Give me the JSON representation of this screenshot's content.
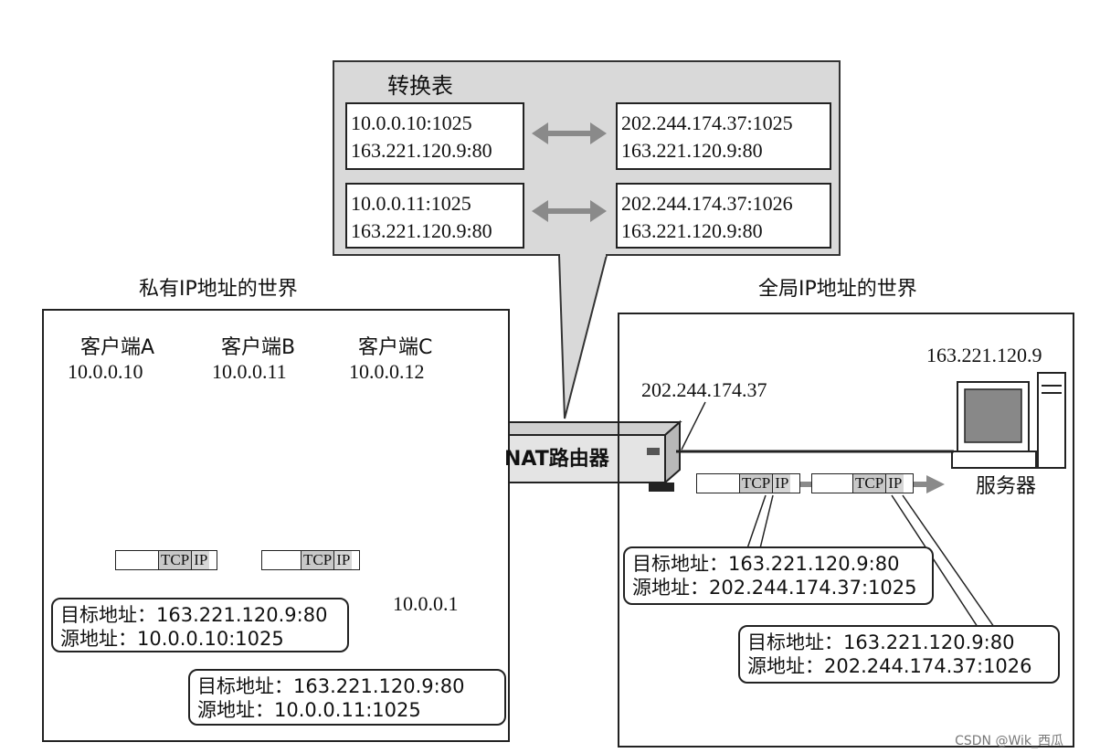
{
  "table": {
    "title": "转换表",
    "rows": [
      {
        "private_line1": "10.0.0.10:1025",
        "private_line2": "163.221.120.9:80",
        "global_line1": "202.244.174.37:1025",
        "global_line2": "163.221.120.9:80"
      },
      {
        "private_line1": "10.0.0.11:1025",
        "private_line2": "163.221.120.9:80",
        "global_line1": "202.244.174.37:1026",
        "global_line2": "163.221.120.9:80"
      }
    ]
  },
  "private_world": {
    "label": "私有IP地址的世界",
    "clients": [
      {
        "name": "客户端A",
        "ip": "10.0.0.10"
      },
      {
        "name": "客户端B",
        "ip": "10.0.0.11"
      },
      {
        "name": "客户端C",
        "ip": "10.0.0.12"
      }
    ],
    "router_ip": "10.0.0.1",
    "packet_tcp": "TCP",
    "packet_ip": "IP",
    "info_a": {
      "dst": "目标地址：163.221.120.9:80",
      "src": "源地址：10.0.0.10:1025"
    },
    "info_b": {
      "dst": "目标地址：163.221.120.9:80",
      "src": "源地址：10.0.0.11:1025"
    }
  },
  "router": {
    "label": "NAT路由器",
    "global_ip": "202.244.174.37"
  },
  "global_world": {
    "label": "全局IP地址的世界",
    "server_ip": "163.221.120.9",
    "server_label": "服务器",
    "packet_tcp": "TCP",
    "packet_ip": "IP",
    "info_1": {
      "dst": "目标地址：163.221.120.9:80",
      "src": "源地址：202.244.174.37:1025"
    },
    "info_2": {
      "dst": "目标地址：163.221.120.9:80",
      "src": "源地址：202.244.174.37:1026"
    }
  },
  "watermark": "CSDN @Wik_西瓜",
  "colors": {
    "arrow": "#8a8a8a",
    "panel": "#d9d9d9",
    "line": "#222222"
  }
}
